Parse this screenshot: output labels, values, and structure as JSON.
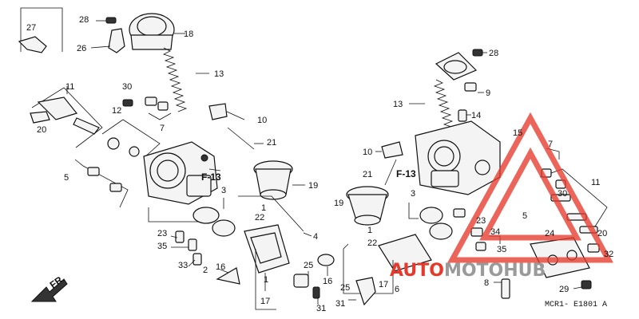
{
  "diagram": {
    "callouts": {
      "c27": "27",
      "c28a": "28",
      "c18": "18",
      "c26": "26",
      "c13a": "13",
      "c11a": "11",
      "c30a": "30",
      "c12": "12",
      "c20a": "20",
      "c7a": "7",
      "c10a": "10",
      "c21a": "21",
      "c5a": "5",
      "c3a": "3",
      "c19a": "19",
      "c1a": "1",
      "c22a": "22",
      "c4": "4",
      "c23a": "23",
      "c35a": "35",
      "c33": "33",
      "c2": "2",
      "c16a": "16",
      "c17a": "17",
      "c1b": "1",
      "c25a": "25",
      "c31a": "31",
      "c28b": "28",
      "c9": "9",
      "c14": "14",
      "c13b": "13",
      "c15": "15",
      "c10b": "10",
      "c21b": "21",
      "c7b": "7",
      "c30b": "30",
      "c11b": "11",
      "c3b": "3",
      "c19b": "19",
      "c23b": "23",
      "c34": "34",
      "c5b": "5",
      "c24": "24",
      "c20b": "20",
      "c1c": "1",
      "c22b": "22",
      "c35b": "35",
      "c32": "32",
      "c8": "8",
      "c6": "6",
      "c16b": "16",
      "c29": "29",
      "c17b": "17",
      "c25b": "25",
      "c31b": "31"
    },
    "frame_refs": {
      "left": "F-13",
      "right": "F-13"
    },
    "front_marker": "FR.",
    "diagram_code": "MCR1- E1801 A"
  },
  "watermark": {
    "brand_left": "AUTO",
    "brand_mid": "MOTO",
    "brand_right": "HUB",
    "colors": {
      "red": "#e53a2b",
      "grey": "#9a9a9a"
    }
  }
}
